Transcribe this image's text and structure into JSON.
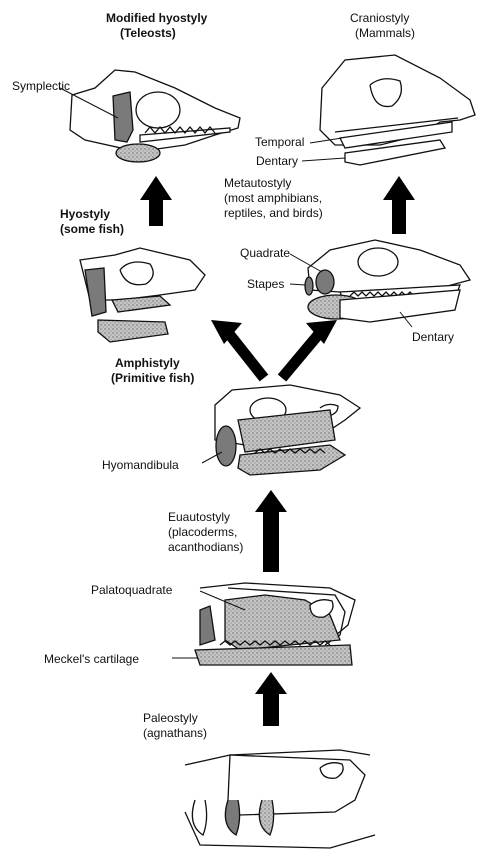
{
  "stages": {
    "teleosts": {
      "title": "Modified hyostyly",
      "group": "(Teleosts)"
    },
    "mammals": {
      "title": "Craniostyly",
      "group": "(Mammals)"
    },
    "hyostyly": {
      "title": "Hyostyly",
      "group": "(some fish)"
    },
    "metautostyly": {
      "title": "Metautostyly",
      "group_line1": "(most amphibians,",
      "group_line2": "reptiles, and birds)"
    },
    "amphistyly": {
      "title": "Amphistyly",
      "group": "(Primitive fish)"
    },
    "euautostyly": {
      "title": "Euautostyly",
      "group_line1": "(placoderms,",
      "group_line2": "acanthodians)"
    },
    "paleostyly": {
      "title": "Paleostyly",
      "group": "(agnathans)"
    }
  },
  "labels": {
    "symplectic": "Symplectic",
    "temporal": "Temporal",
    "dentary_mammal": "Dentary",
    "quadrate": "Quadrate",
    "stapes": "Stapes",
    "dentary_reptile": "Dentary",
    "hyomandibula": "Hyomandibula",
    "palatoquadrate": "Palatoquadrate",
    "meckels": "Meckel's cartilage"
  },
  "colors": {
    "ink": "#111111",
    "dark_bone": "#7a7a7a",
    "stipple": "#b8b8b8"
  }
}
